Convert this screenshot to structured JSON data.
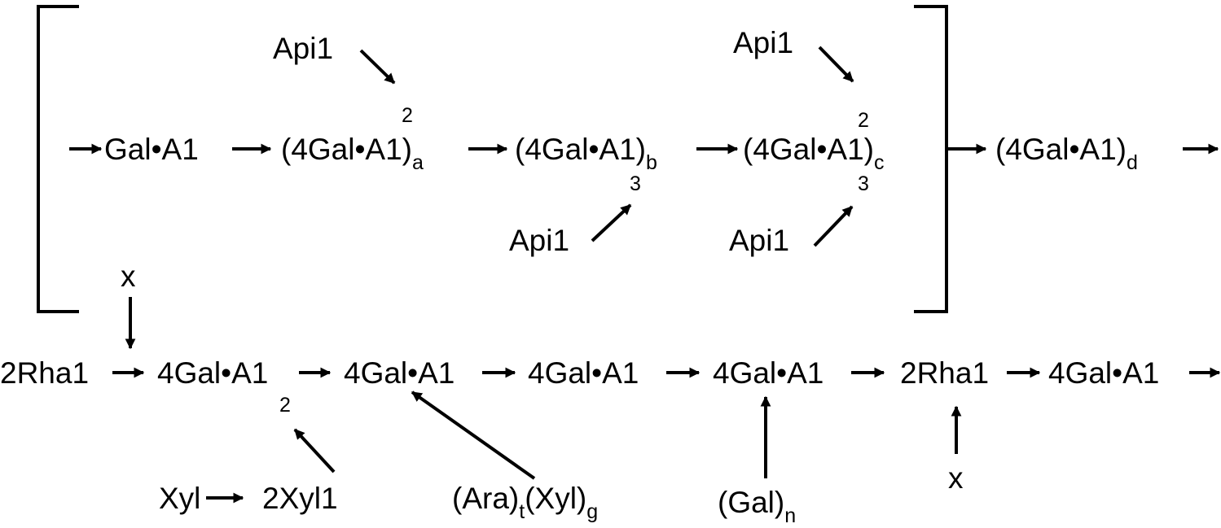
{
  "top_chain": {
    "gala1": "Gal•A1",
    "seg_a": {
      "main": "(4Gal•A1)",
      "sub": "a"
    },
    "seg_b": {
      "main": "(4Gal•A1)",
      "sub": "b"
    },
    "seg_c": {
      "main": "(4Gal•A1)",
      "sub": "c"
    },
    "seg_d": {
      "main": "(4Gal•A1)",
      "sub": "d"
    },
    "api_a": "Api1",
    "api_b": "Api1",
    "api_c_top": "Api1",
    "api_c_bottom": "Api1",
    "pos_a": "2",
    "pos_b": "3",
    "pos_c_top": "2",
    "pos_c_bottom": "3"
  },
  "bottom_chain": {
    "rha1": "2Rha1",
    "gala1_1": "4Gal•A1",
    "gala1_2": "4Gal•A1",
    "gala1_3": "4Gal•A1",
    "gala1_4": "4Gal•A1",
    "rha2": "2Rha1",
    "gala1_5": "4Gal•A1",
    "pos_2": "2",
    "x_top": "x",
    "x_bottom": "x",
    "xyl": "Xyl",
    "xyl2": "2Xyl1",
    "ara": {
      "p1": "(Ara)",
      "s1": "t",
      "p2": "(Xyl)",
      "s2": "g"
    },
    "gal_n": {
      "main": "(Gal)",
      "sub": "n"
    }
  },
  "colors": {
    "ink": "#000000",
    "background": "#ffffff"
  }
}
